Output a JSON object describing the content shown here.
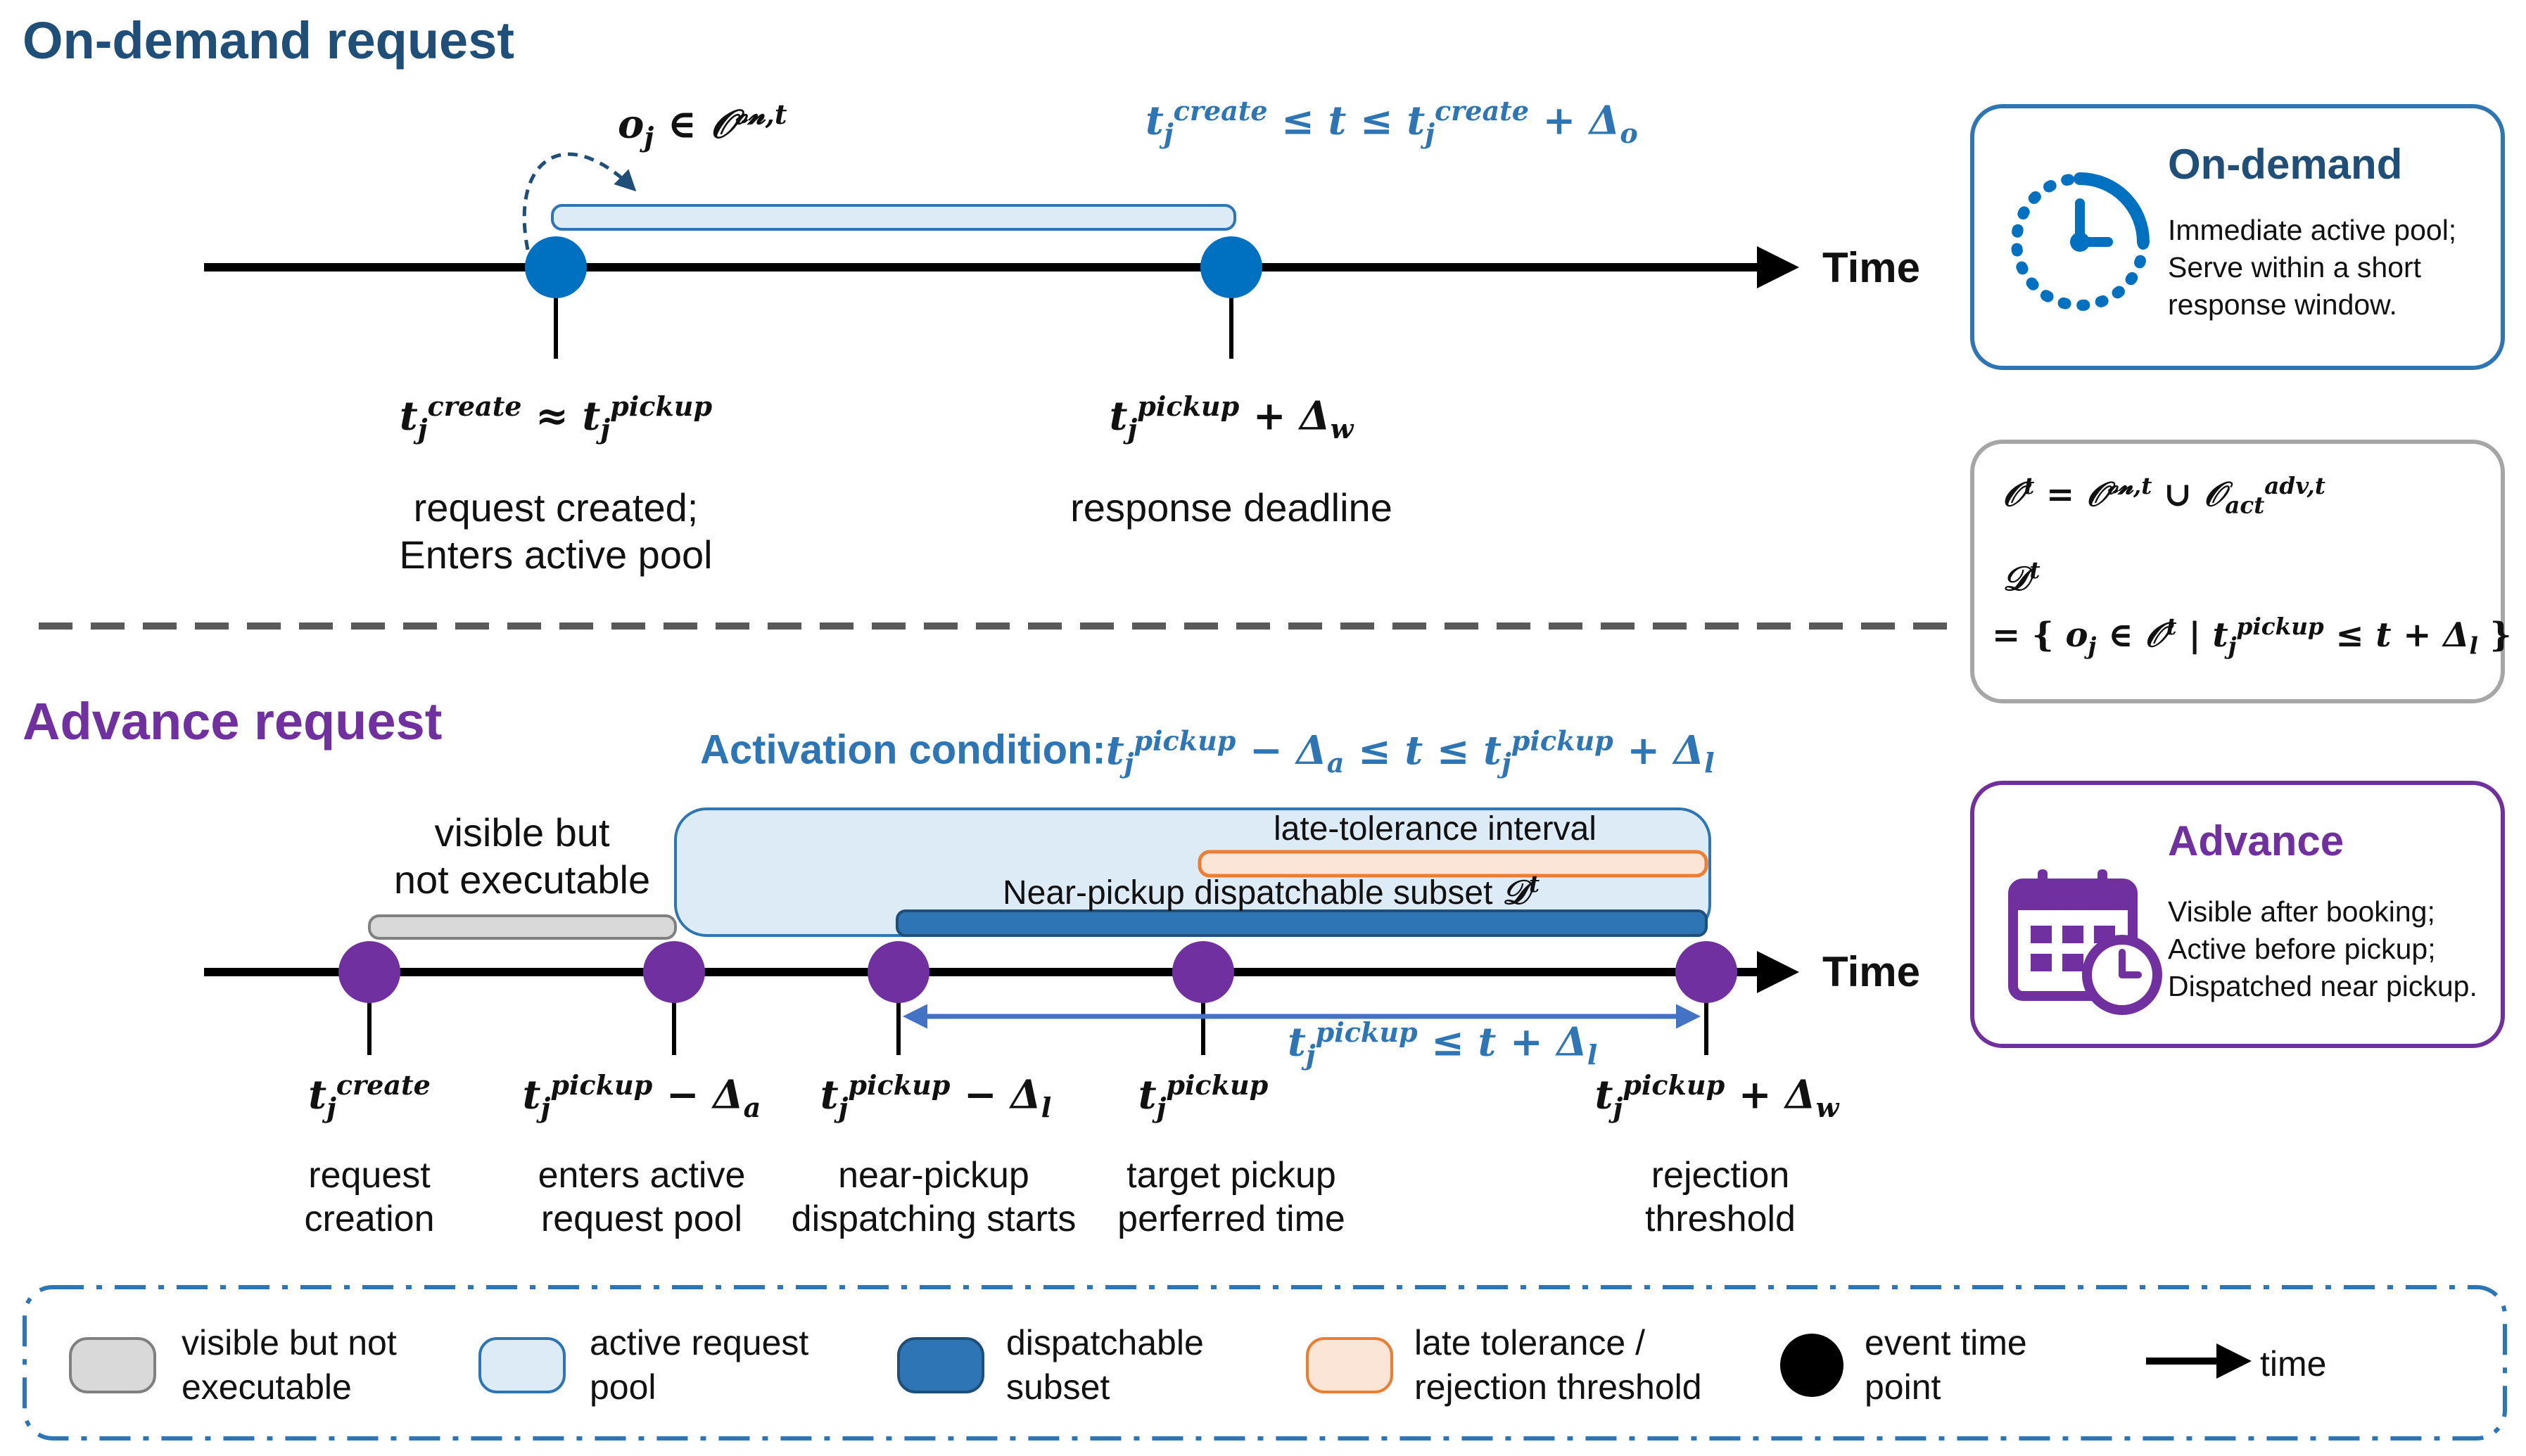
{
  "colors": {
    "navy": "#1f4e79",
    "blue": "#2e75b6",
    "event_blue": "#0070c0",
    "purple": "#7030a0",
    "light_blue_fill": "#ddebf7",
    "light_blue_border": "#2e75b6",
    "dark_blue_fill": "#2e75b6",
    "gray_fill": "#d9d9d9",
    "gray_border": "#808080",
    "orange_fill": "#fbe5d6",
    "orange_border": "#ed7d31",
    "axis": "#000000"
  },
  "top": {
    "title": "On-demand request",
    "axis_label": "Time",
    "set_label_html": "o<sub>j</sub> <span class=\"nb\">∈</span> 𝒪<sup>𝓸𝓷,t</sup>",
    "window_label_html": "t<sub>j</sub><sup>create</sup> <span class=\"nb\">≤</span> t <span class=\"nb\">≤</span> t<sub>j</sub><sup>create</sup> <span class=\"nb\">+</span> Δ<sub>o</sub>",
    "events": [
      {
        "math_html": "t<sub>j</sub><sup>create</sup> <span class=\"nb\">≈</span> t<sub>j</sub><sup>pickup</sup>",
        "line1": "request created;",
        "line2": "Enters active pool"
      },
      {
        "math_html": "t<sub>j</sub><sup>pickup</sup> <span class=\"nb\">+</span> Δ<sub>w</sub>",
        "line1": "response deadline",
        "line2": ""
      }
    ]
  },
  "cards": {
    "on_demand": {
      "title": "On-demand",
      "line1": "Immediate active pool;",
      "line2": "Serve within a short",
      "line3": "response window.",
      "icon": "clock-icon"
    },
    "formula": {
      "line1_html": "𝒪<sup>t</sup> <span class=\"nb\">=</span> 𝒪<sup>𝓸𝓷,t</sup> <span class=\"nb\">∪</span> 𝒪<sub>act</sub><sup>adv,t</sup>",
      "line2_html": "𝒟<sup>t</sup>",
      "line3_html": "<span class=\"nb\">= {</span> o<sub>j</sub> <span class=\"nb\">∈</span> 𝒪<sup>t</sup> <span class=\"nb\">|</span> t<sub>j</sub><sup>pickup</sup> <span class=\"nb\">≤</span> t <span class=\"nb\">+</span> Δ<sub>l</sub> <span class=\"nb\">}</span>"
    },
    "advance": {
      "title": "Advance",
      "line1": "Visible after booking;",
      "line2": "Active before pickup;",
      "line3": "Dispatched near pickup.",
      "icon": "calendar-clock-icon"
    }
  },
  "bottom": {
    "title": "Advance request",
    "axis_label": "Time",
    "activation_prefix": "Activation condition:",
    "activation_math_html": "t<sub>j</sub><sup>pickup</sup> <span class=\"nb\">−</span> Δ<sub>a</sub> <span class=\"nb\">≤</span> t <span class=\"nb\">≤</span> t<sub>j</sub><sup>pickup</sup> <span class=\"nb\">+</span> Δ<sub>l</sub>",
    "visible_line1": "visible but",
    "visible_line2": "not executable",
    "late_interval": "late-tolerance interval",
    "near_pickup_text": "Near-pickup dispatchable subset ",
    "near_pickup_math_html": "𝒟<sup>t</sup>",
    "arrow_math_html": "t<sub>j</sub><sup>pickup</sup> <span class=\"nb\">≤</span> t <span class=\"nb\">+</span> Δ<sub>l</sub>",
    "events": [
      {
        "math_html": "t<sub>j</sub><sup>create</sup>",
        "line1": "request",
        "line2": "creation"
      },
      {
        "math_html": "t<sub>j</sub><sup>pickup</sup> <span class=\"nb\">−</span> Δ<sub>a</sub>",
        "line1": "enters active",
        "line2": "request pool"
      },
      {
        "math_html": "t<sub>j</sub><sup>pickup</sup> <span class=\"nb\">−</span> Δ<sub>l</sub>",
        "line1": "near-pickup",
        "line2": "dispatching starts"
      },
      {
        "math_html": "t<sub>j</sub><sup>pickup</sup>",
        "line1": "target pickup",
        "line2": "perferred time"
      },
      {
        "math_html": "t<sub>j</sub><sup>pickup</sup> <span class=\"nb\">+</span> Δ<sub>w</sub>",
        "line1": "rejection",
        "line2": "threshold"
      }
    ]
  },
  "legend": [
    {
      "line1": "visible but not",
      "line2": "executable",
      "swatch": "gray"
    },
    {
      "line1": "active request",
      "line2": "pool",
      "swatch": "light-blue"
    },
    {
      "line1": "dispatchable",
      "line2": "subset",
      "swatch": "dark-blue"
    },
    {
      "line1": "late tolerance /",
      "line2": "rejection threshold",
      "swatch": "orange"
    },
    {
      "line1": "event time",
      "line2": "point",
      "swatch": "dot"
    },
    {
      "line1": "time",
      "line2": "",
      "swatch": "arrow"
    }
  ]
}
